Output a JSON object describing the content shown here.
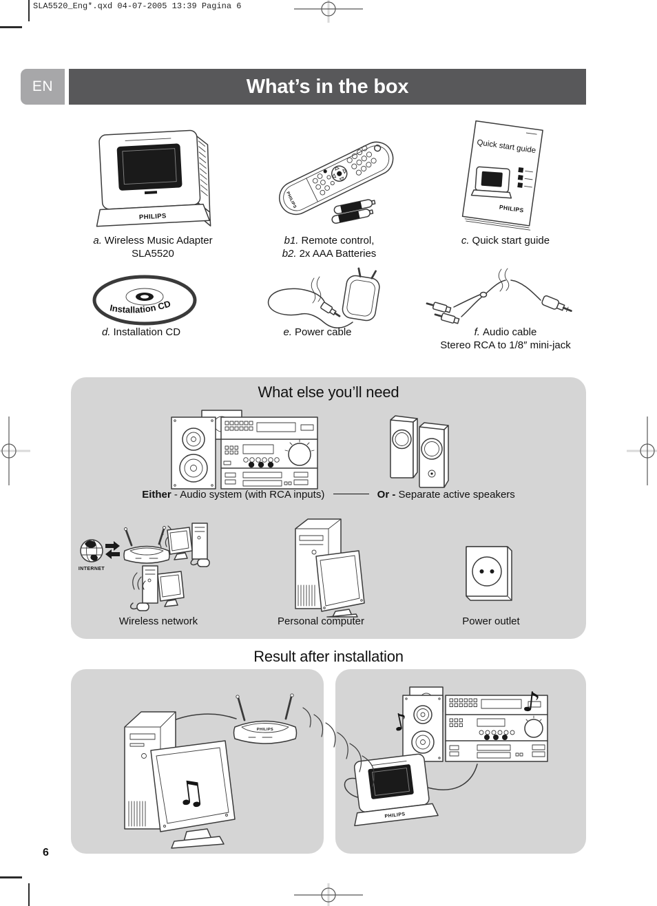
{
  "print_header": "SLA5520_Eng*.qxd 04-07-2005 13:39 Pagina 6",
  "language_tab": "EN",
  "header": {
    "title": "What’s in the box"
  },
  "items": [
    {
      "caption_lines": [
        {
          "prefix": "a.",
          "text": "Wireless Music Adapter"
        },
        {
          "prefix": "",
          "text": "SLA5520"
        }
      ]
    },
    {
      "caption_lines": [
        {
          "prefix": "b1.",
          "text": "Remote control,"
        },
        {
          "prefix": "b2.",
          "text": "2x AAA Batteries"
        }
      ]
    },
    {
      "caption_lines": [
        {
          "prefix": "c.",
          "text": "Quick start guide"
        }
      ]
    },
    {
      "caption_lines": [
        {
          "prefix": "d.",
          "text": "Installation CD"
        }
      ]
    },
    {
      "caption_lines": [
        {
          "prefix": "e.",
          "text": "Power cable"
        }
      ]
    },
    {
      "caption_lines": [
        {
          "prefix": "f.",
          "text": "Audio cable"
        },
        {
          "prefix": "",
          "text": "Stereo RCA to 1/8″ mini-jack"
        }
      ]
    }
  ],
  "need_section": {
    "title": "What else you’ll need",
    "either_label": "Either",
    "either_text": "- Audio system (with RCA inputs)",
    "or_label": "Or -",
    "or_text": "Separate active speakers",
    "internet_label": "INTERNET",
    "captions": [
      "Wireless network",
      "Personal computer",
      "Power outlet"
    ]
  },
  "result_section": {
    "title": "Result after installation"
  },
  "page_number": "6",
  "illustration_text": {
    "philips_logo": "PHILIPS",
    "quick_start_cover": "Quick start guide",
    "cd_label": "Installation CD",
    "note_single": "♪",
    "note_beamed": "♫"
  },
  "colors": {
    "title_bar": "#58585a",
    "language_tab": "#a7a7a9",
    "panel_gray": "#d5d5d5",
    "line_art": "#3a3a3a"
  }
}
